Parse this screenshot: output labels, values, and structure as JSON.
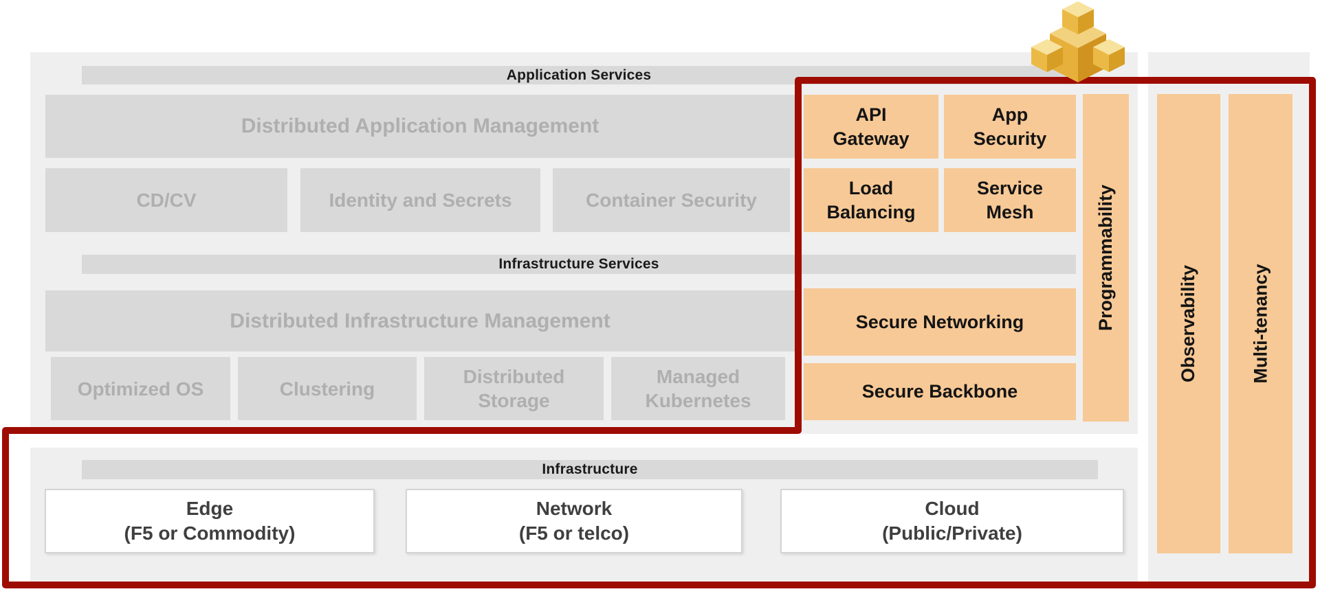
{
  "colors": {
    "highlight_fill": "#F7C996",
    "highlight_border": "#9E0B00",
    "panel_bg": "#EFEFEF",
    "muted_fill": "#D9D9D9",
    "muted_text": "#AFAFAF",
    "logo_gold_top": "#F7E29E",
    "logo_gold_left": "#EBBA46",
    "logo_gold_right": "#D79E26"
  },
  "application_services": {
    "header": "Application Services",
    "management": "Distributed Application Management",
    "muted": [
      "CD/CV",
      "Identity and Secrets",
      "Container Security"
    ],
    "highlighted": [
      "API\nGateway",
      "App\nSecurity",
      "Load\nBalancing",
      "Service\nMesh"
    ]
  },
  "infrastructure_services": {
    "header": "Infrastructure Services",
    "management": "Distributed Infrastructure Management",
    "muted": [
      "Optimized OS",
      "Clustering",
      "Distributed\nStorage",
      "Managed\nKubernetes"
    ],
    "highlighted": [
      "Secure Networking",
      "Secure Backbone"
    ]
  },
  "infrastructure": {
    "header": "Infrastructure",
    "boxes": [
      "Edge\n(F5 or Commodity)",
      "Network\n(F5 or telco)",
      "Cloud\n(Public/Private)"
    ]
  },
  "capabilities": {
    "programmability": "Programmability",
    "observability": "Observability",
    "multi_tenancy": "Multi-tenancy"
  }
}
